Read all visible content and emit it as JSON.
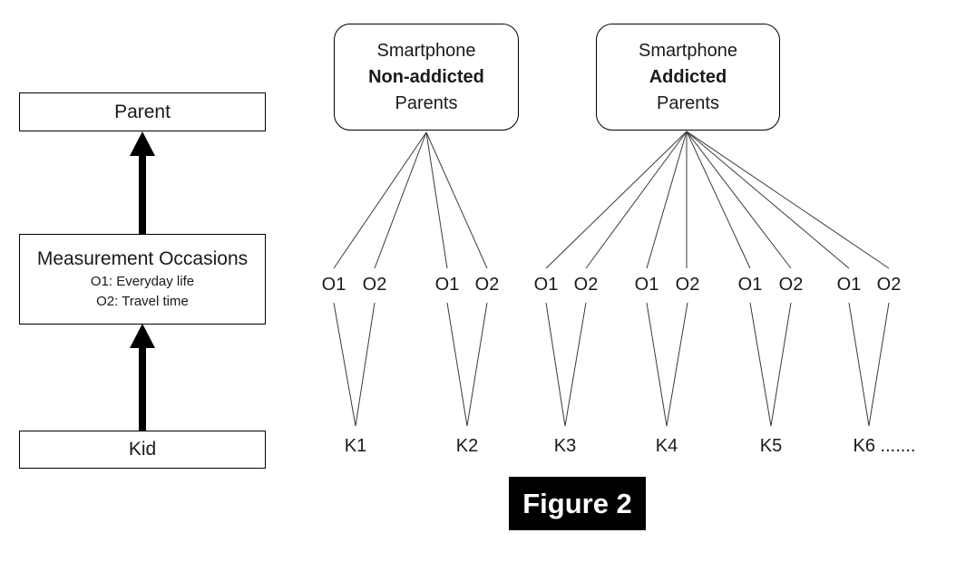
{
  "figure_caption": "Figure 2",
  "left_panel": {
    "parent_label": "Parent",
    "measurement_title": "Measurement Occasions",
    "measurement_item_1": "O1: Everyday life",
    "measurement_item_2": "O2: Travel time",
    "kid_label": "Kid"
  },
  "groups": {
    "non_addicted": {
      "line1": "Smartphone",
      "line2": "Non-addicted",
      "line3": "Parents"
    },
    "addicted": {
      "line1": "Smartphone",
      "line2": "Addicted",
      "line3": "Parents"
    }
  },
  "occasions": [
    "O1",
    "O2",
    "O1",
    "O2",
    "O1",
    "O2",
    "O1",
    "O2",
    "O1",
    "O2",
    "O1",
    "O2"
  ],
  "kids": [
    "K1",
    "K2",
    "K3",
    "K4",
    "K5",
    "K6 ......."
  ],
  "colors": {
    "background": "#ffffff",
    "box_border": "#000000",
    "connector_line": "#3a3a3a",
    "arrow": "#000000",
    "caption_background": "#000000",
    "caption_text": "#ffffff"
  }
}
